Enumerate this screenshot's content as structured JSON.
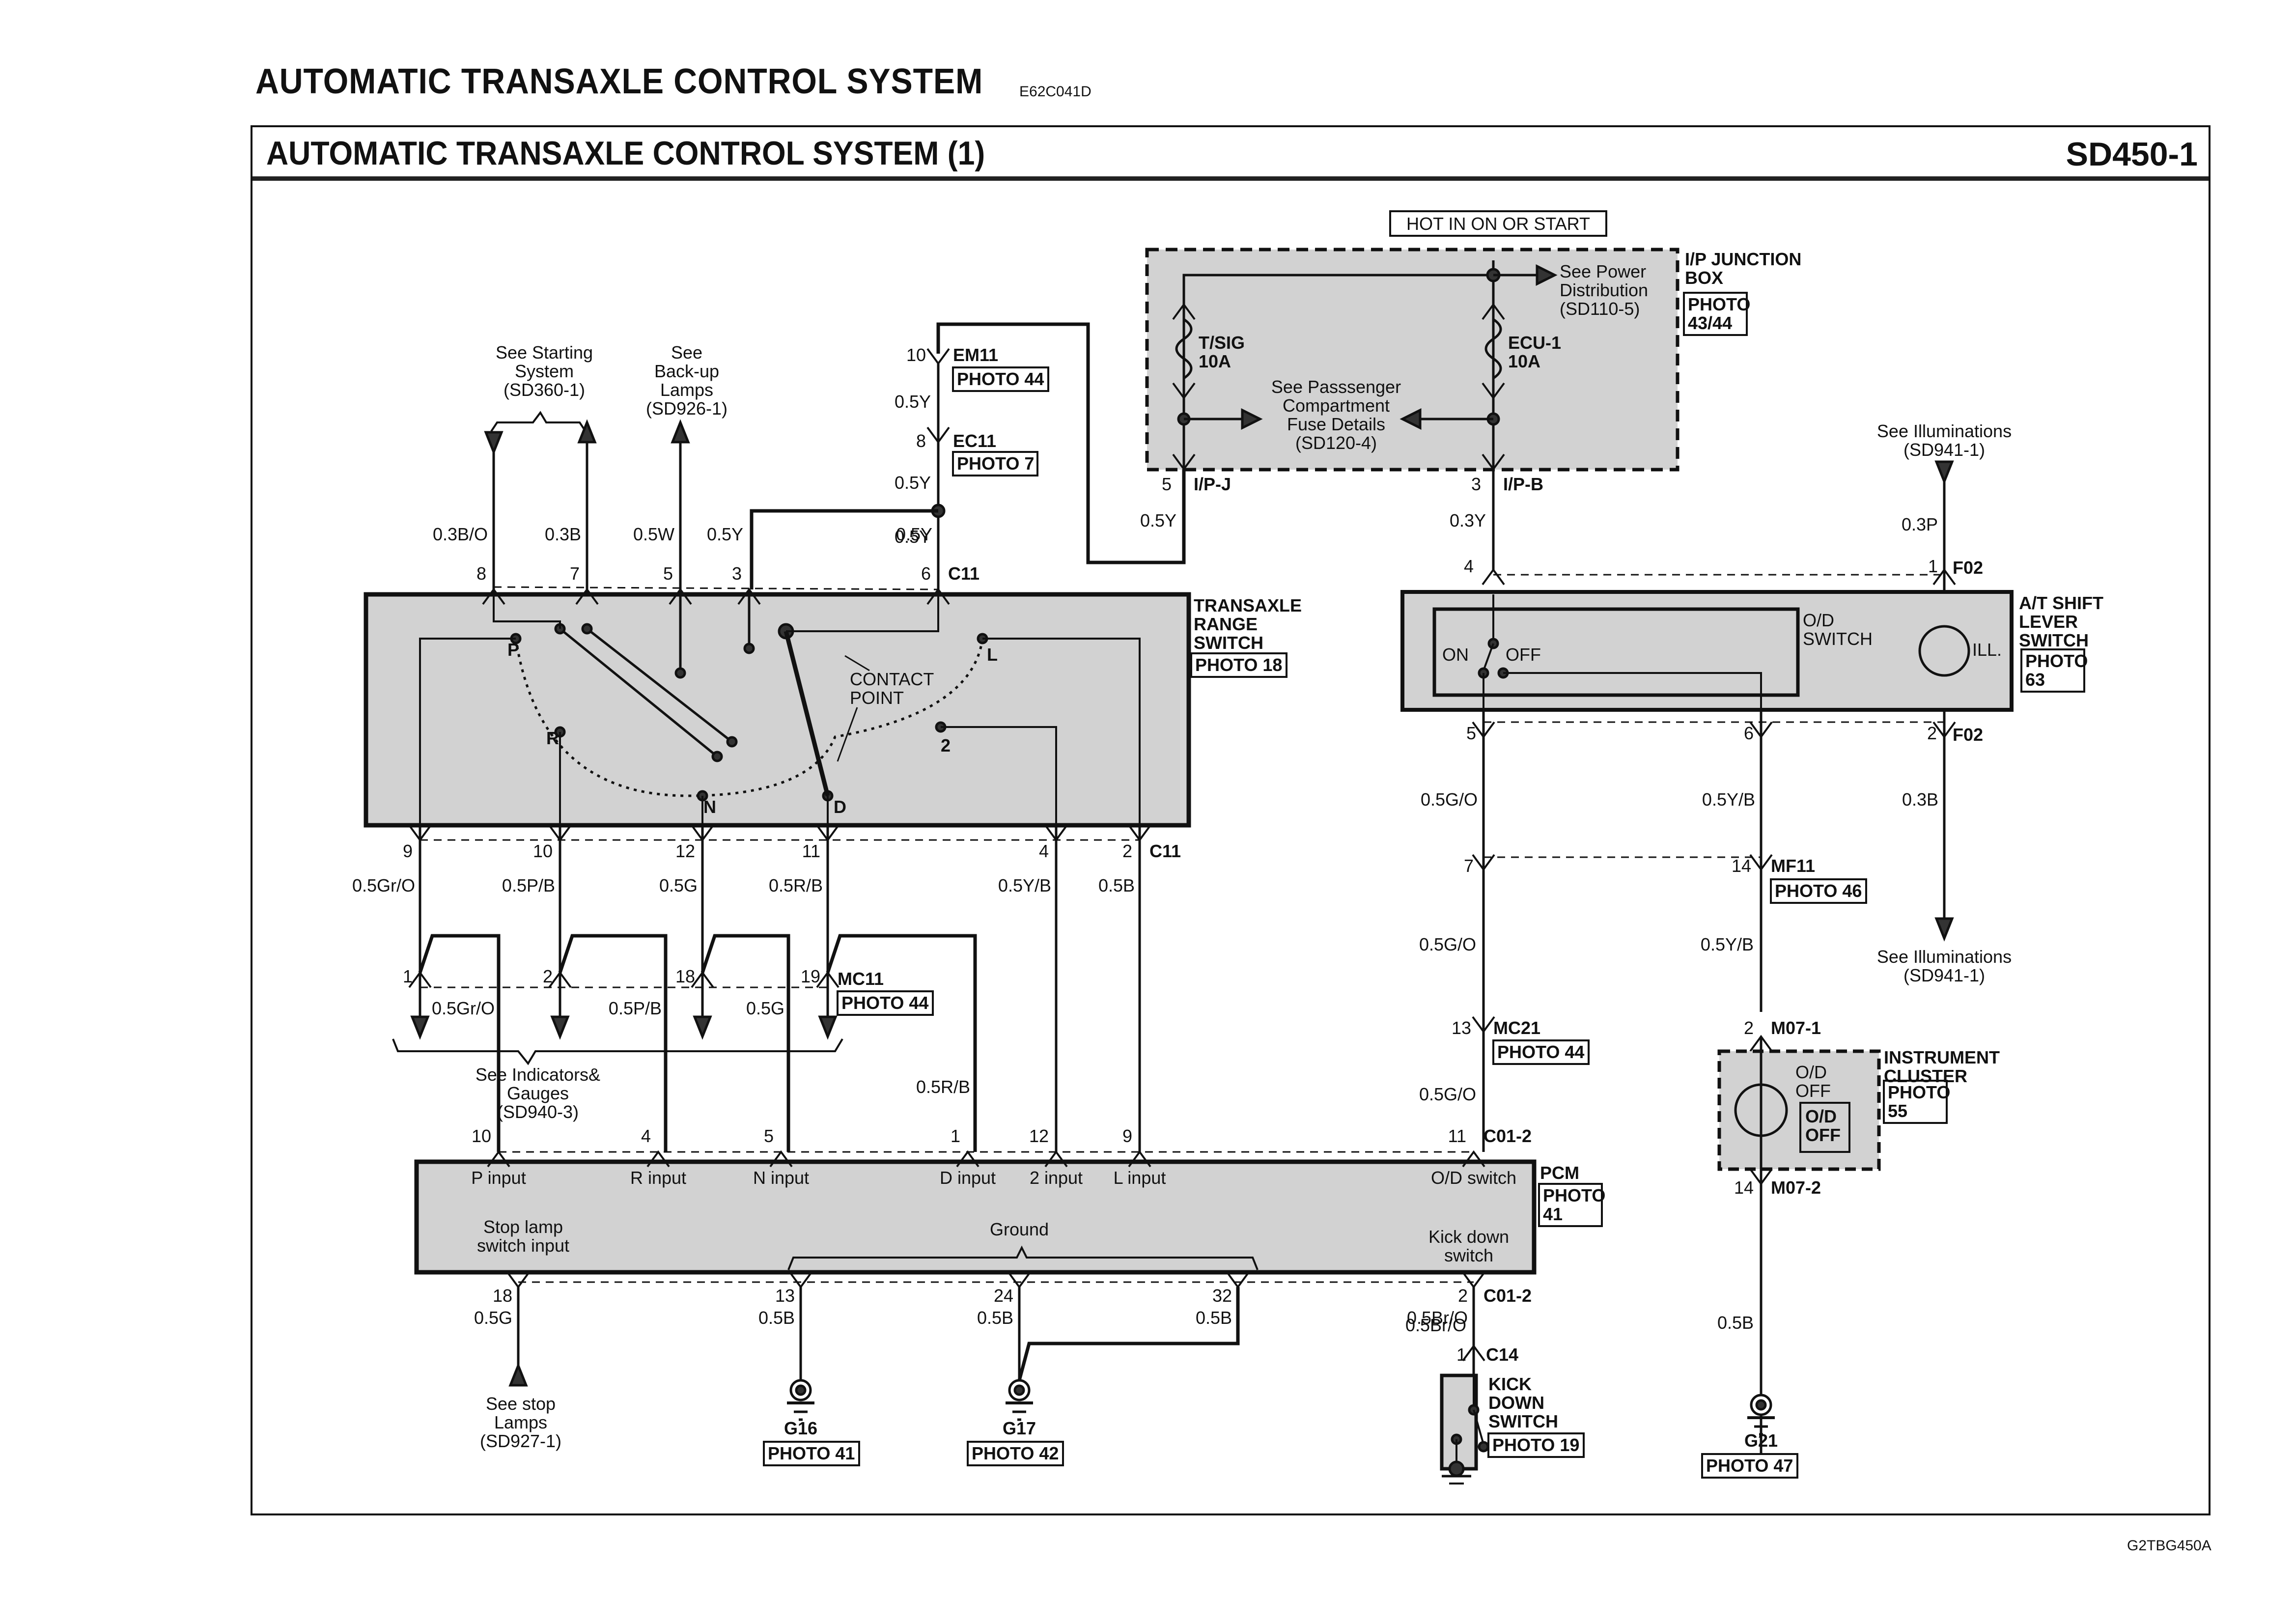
{
  "header": {
    "title": "AUTOMATIC TRANSAXLE CONTROL SYSTEM",
    "doc_code": "E62C041D",
    "frame_title": "AUTOMATIC TRANSAXLE CONTROL SYSTEM (1)",
    "frame_code": "SD450-1",
    "footer_code": "G2TBG450A"
  },
  "power": {
    "hot_label": "HOT IN ON OR START",
    "junction_box": "I/P JUNCTION BOX",
    "junction_box_lines": [
      "I/P JUNCTION",
      "BOX"
    ],
    "junction_photo": [
      "PHOTO",
      "43/44"
    ],
    "fuse1": [
      "T/SIG",
      "10A"
    ],
    "fuse2": [
      "ECU-1",
      "10A"
    ],
    "see_power": [
      "See Power",
      "Distribution",
      "(SD110-5)"
    ],
    "see_passenger": [
      "See Passsenger",
      "Compartment",
      "Fuse Details",
      "(SD120-4)"
    ],
    "conn_ipj": {
      "pin": "5",
      "name": "I/P-J",
      "wire": "0.5Y"
    },
    "conn_ipb": {
      "pin": "3",
      "name": "I/P-B",
      "wire": "0.3Y"
    }
  },
  "em_ec": {
    "em11": {
      "pin": "10",
      "name": "EM11",
      "photo": "PHOTO 44"
    },
    "ec11": {
      "pin": "8",
      "name": "EC11",
      "photo": "PHOTO 7"
    },
    "wires": [
      "0.5Y",
      "0.5Y",
      "0.5Y"
    ]
  },
  "refs_top": {
    "starting": [
      "See Starting",
      "System",
      "(SD360-1)"
    ],
    "backup": [
      "See",
      "Back-up",
      "Lamps",
      "(SD926-1)"
    ],
    "illum_top": [
      "See Illuminations",
      "(SD941-1)"
    ],
    "illum_bottom": [
      "See Illuminations",
      "(SD941-1)"
    ]
  },
  "range_switch": {
    "name": [
      "TRANSAXLE",
      "RANGE",
      "SWITCH"
    ],
    "photo": "PHOTO 18",
    "connector": "C11",
    "contact_point": [
      "CONTACT",
      "POINT"
    ],
    "positions": [
      "P",
      "R",
      "N",
      "D",
      "2",
      "L"
    ],
    "top_pins": [
      {
        "pin": "8",
        "wire": "0.3B/O"
      },
      {
        "pin": "7",
        "wire": "0.3B"
      },
      {
        "pin": "5",
        "wire": "0.5W"
      },
      {
        "pin": "3",
        "wire": "0.5Y"
      },
      {
        "pin": "6",
        "wire": "0.5Y"
      }
    ],
    "bottom_pins": [
      {
        "pin": "9",
        "wire": "0.5Gr/O"
      },
      {
        "pin": "10",
        "wire": "0.5P/B"
      },
      {
        "pin": "12",
        "wire": "0.5G"
      },
      {
        "pin": "11",
        "wire": "0.5R/B"
      },
      {
        "pin": "4",
        "wire": "0.5Y/B"
      },
      {
        "pin": "2",
        "wire": "0.5B"
      }
    ]
  },
  "mc11": {
    "name": "MC11",
    "photo": "PHOTO 44",
    "pins": [
      {
        "pin": "1",
        "wire": "0.5Gr/O"
      },
      {
        "pin": "2",
        "wire": "0.5P/B"
      },
      {
        "pin": "18",
        "wire": "0.5G"
      },
      {
        "pin": "19",
        "wire": "0.5R/B"
      }
    ],
    "see_indicators": [
      "See Indicators&",
      "Gauges",
      "(SD940-3)"
    ]
  },
  "pcm": {
    "name": "PCM",
    "photo": [
      "PHOTO",
      "41"
    ],
    "connector": "C01-2",
    "top_pins": [
      {
        "pin": "10",
        "label": "P input"
      },
      {
        "pin": "4",
        "label": "R input"
      },
      {
        "pin": "5",
        "label": "N input"
      },
      {
        "pin": "1",
        "label": "D input"
      },
      {
        "pin": "12",
        "label": "2 input"
      },
      {
        "pin": "9",
        "label": "L input"
      },
      {
        "pin": "11",
        "label": "O/D switch"
      }
    ],
    "inner_bottom": {
      "stop": [
        "Stop lamp",
        "switch input"
      ],
      "ground": "Ground",
      "kick": [
        "Kick down",
        "switch"
      ]
    },
    "bottom_pins": [
      {
        "pin": "18",
        "wire": "0.5G"
      },
      {
        "pin": "13",
        "wire": "0.5B"
      },
      {
        "pin": "24",
        "wire": "0.5B"
      },
      {
        "pin": "32",
        "wire": "0.5B"
      },
      {
        "pin": "2",
        "wire": "0.5Br/O"
      }
    ]
  },
  "grounds": [
    {
      "name": "G16",
      "photo": "PHOTO 41"
    },
    {
      "name": "G17",
      "photo": "PHOTO 42"
    },
    {
      "name": "G21",
      "photo": "PHOTO 47"
    }
  ],
  "stop_lamps": [
    "See stop",
    "Lamps",
    "(SD927-1)"
  ],
  "shift_lever": {
    "name": [
      "A/T SHIFT",
      "LEVER",
      "SWITCH"
    ],
    "photo": [
      "PHOTO",
      "63"
    ],
    "od_switch": [
      "O/D",
      "SWITCH"
    ],
    "on": "ON",
    "off": "OFF",
    "ill": "ILL.",
    "top_pins": [
      {
        "pin": "4",
        "wire": "0.3Y"
      },
      {
        "pin": "1",
        "name": "F02",
        "wire": "0.3P"
      }
    ],
    "bottom_pins": [
      {
        "pin": "5",
        "wire": "0.5G/O"
      },
      {
        "pin": "6",
        "wire": "0.5Y/B"
      },
      {
        "pin": "2",
        "name": "F02",
        "wire": "0.3B"
      }
    ]
  },
  "mf11": {
    "pin7": "7",
    "pin14": "14",
    "name": "MF11",
    "photo": "PHOTO 46",
    "wires": [
      "0.5G/O",
      "0.5Y/B"
    ]
  },
  "mc21": {
    "pin": "13",
    "name": "MC21",
    "photo": "PHOTO 44",
    "wire": "0.5G/O",
    "pcm_pin": "11",
    "pcm_conn": "C01-2"
  },
  "cluster": {
    "name": [
      "INSTRUMENT",
      "CLUSTER"
    ],
    "photo": [
      "PHOTO",
      "55"
    ],
    "lamp_text": [
      "O/D",
      "OFF"
    ],
    "indicator": [
      "O/D",
      "OFF"
    ],
    "m07_1": {
      "pin": "2",
      "name": "M07-1"
    },
    "m07_2": {
      "pin": "14",
      "name": "M07-2"
    },
    "wire_out": "0.5B"
  },
  "kickdown": {
    "name": [
      "KICK",
      "DOWN",
      "SWITCH"
    ],
    "photo": "PHOTO 19",
    "c01": {
      "pin": "2",
      "name": "C01-2",
      "wire": "0.5Br/O"
    },
    "c14": {
      "pin": "1",
      "name": "C14"
    }
  }
}
